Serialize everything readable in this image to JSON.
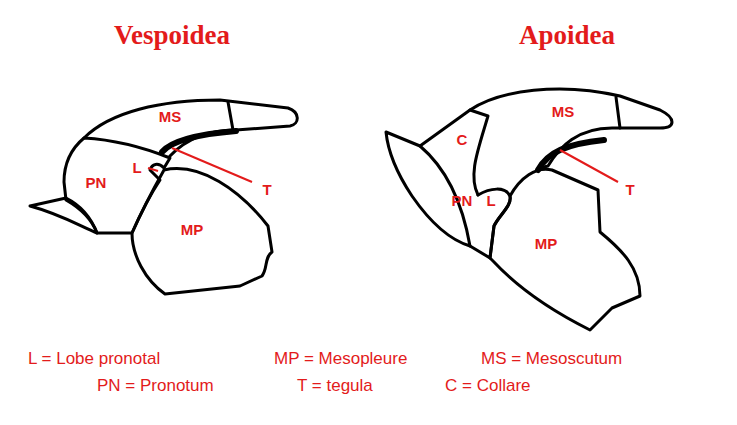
{
  "diagram": {
    "labels": [
      "Vespoidea",
      "Apoidea",
      "MS",
      "L",
      "PN",
      "T",
      "MP",
      "C",
      "MS",
      "PN",
      "L",
      "T",
      "MP",
      "L = Lobe pronotal",
      "MP = Mesopleure",
      "MS = Mesoscutum",
      "PN = Pronotum",
      "T = tegula",
      "C = Collare"
    ]
  }
}
